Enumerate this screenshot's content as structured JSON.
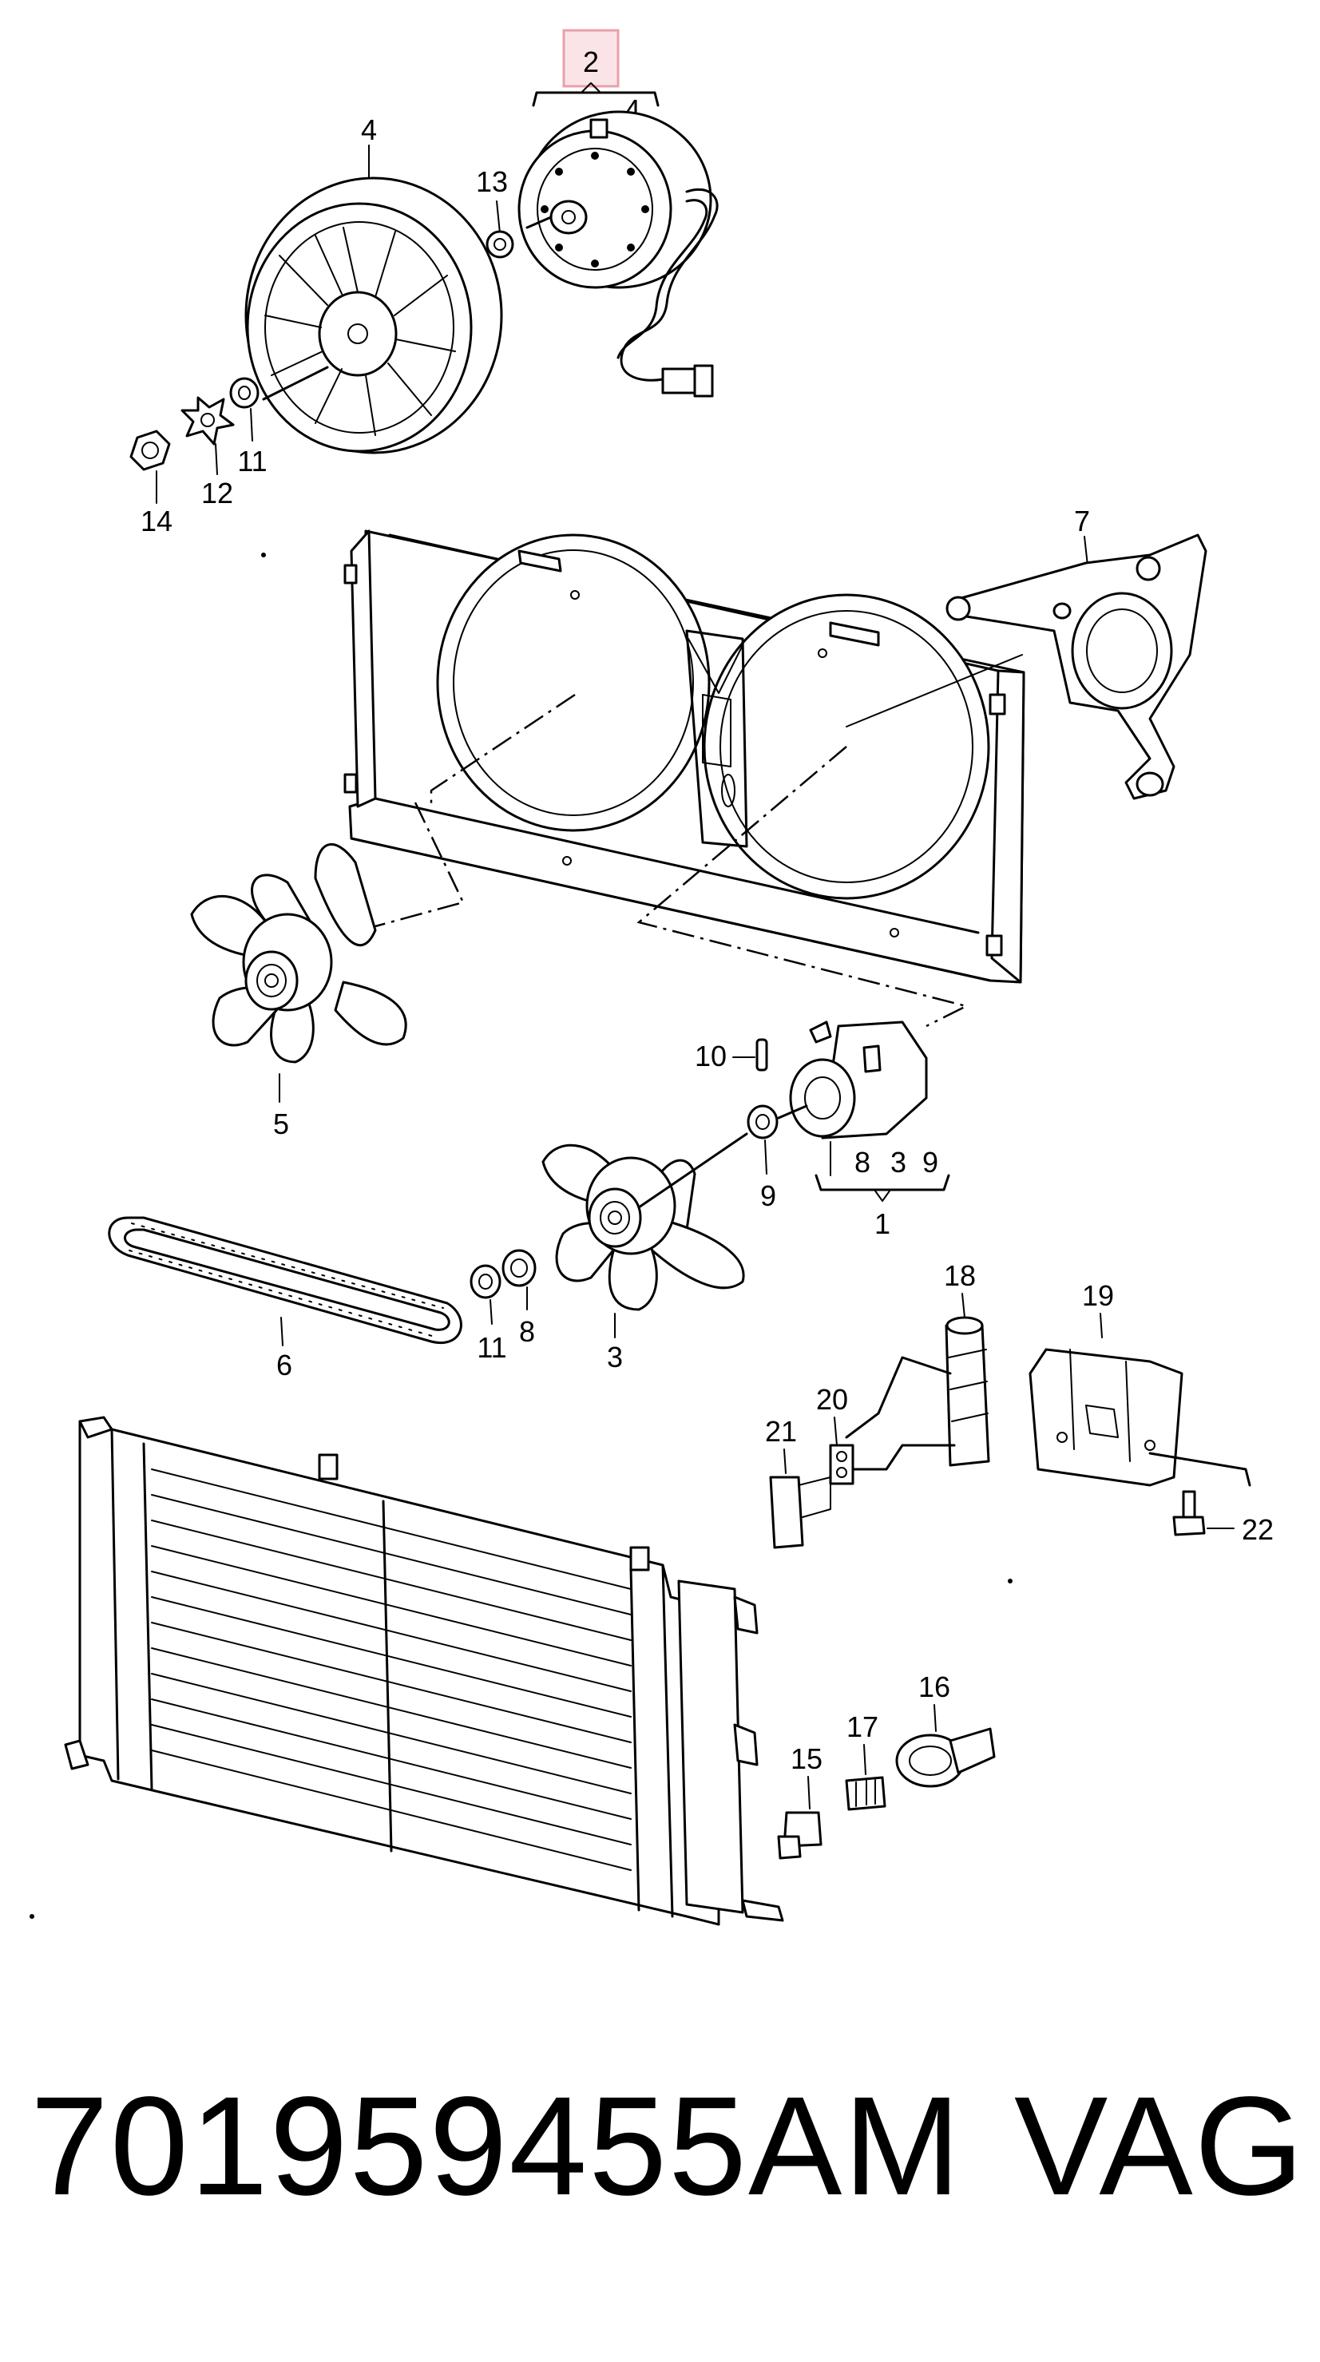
{
  "callouts": {
    "c1": "1",
    "c2": "2",
    "c3": "3",
    "c4a": "4",
    "c4b": "4",
    "c5": "5",
    "c6": "6",
    "c7": "7",
    "c8a": "8",
    "c8b": "8",
    "c3b": "3",
    "c9a": "9",
    "c9b": "9",
    "c10": "10",
    "c11a": "11",
    "c11b": "11",
    "c12": "12",
    "c13": "13",
    "c14": "14",
    "c15": "15",
    "c16": "16",
    "c17": "17",
    "c18": "18",
    "c19": "19",
    "c20": "20",
    "c21": "21",
    "c22": "22"
  },
  "highlight_color": "#e8a0a8",
  "footer": {
    "part_number": "701959455AM",
    "brand": "VAG"
  }
}
